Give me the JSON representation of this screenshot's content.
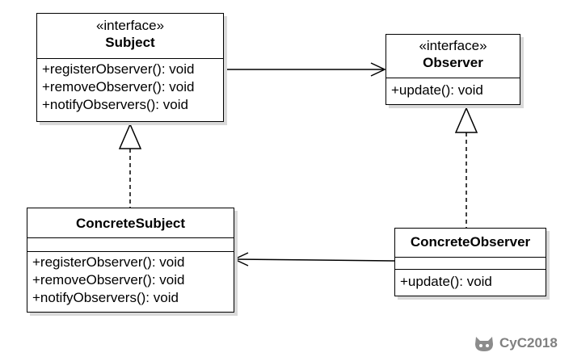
{
  "subject": {
    "stereotype": "«interface»",
    "name": "Subject",
    "operations": [
      "+registerObserver(): void",
      "+removeObserver(): void",
      "+notifyObservers(): void"
    ]
  },
  "observer": {
    "stereotype": "«interface»",
    "name": "Observer",
    "operations": [
      "+update(): void"
    ]
  },
  "concrete_subject": {
    "name": "ConcreteSubject",
    "operations": [
      "+registerObserver(): void",
      "+removeObserver(): void",
      "+notifyObservers(): void"
    ]
  },
  "concrete_observer": {
    "name": "ConcreteObserver",
    "operations": [
      "+update(): void"
    ]
  },
  "watermark": {
    "icon": "github-octocat-icon",
    "text": "CyC2018"
  }
}
